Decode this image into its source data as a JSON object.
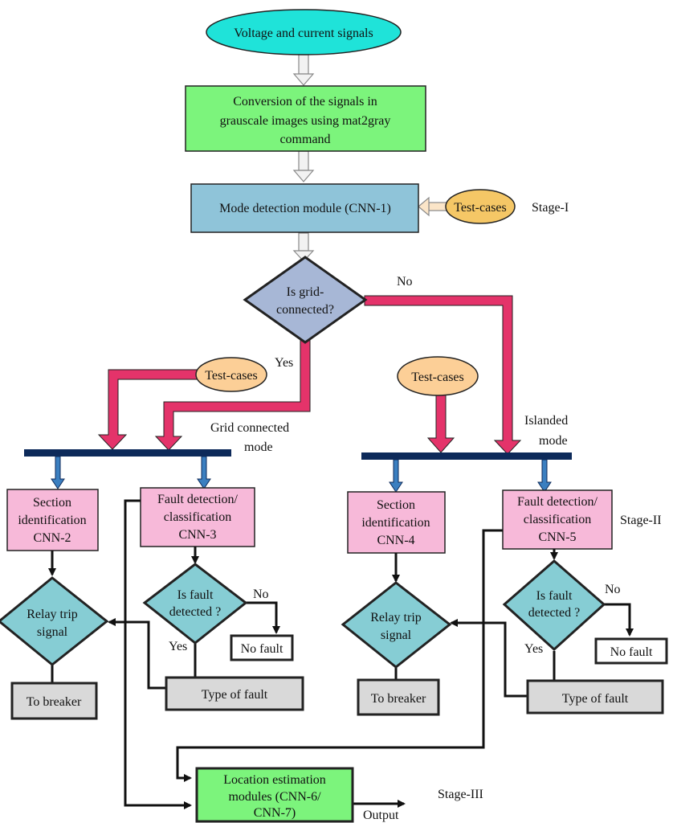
{
  "start": {
    "text": "Voltage and  current signals"
  },
  "conversion": {
    "lines": [
      "Conversion of the signals in",
      "grauscale images using mat2gray",
      "command"
    ]
  },
  "mode_detection": {
    "text": "Mode detection module (CNN-1)"
  },
  "test_cases": [
    "Test-cases",
    "Test-cases",
    "Test-cases"
  ],
  "decision_grid": {
    "lines": [
      "Is grid-",
      "connected?"
    ],
    "no": "No",
    "yes": "Yes"
  },
  "stages": {
    "one": "Stage-I",
    "two": "Stage-II",
    "three": "Stage-III"
  },
  "grid_mode": {
    "lines": [
      "Grid connected",
      "mode"
    ]
  },
  "islanded_mode": {
    "lines": [
      "Islanded",
      "mode"
    ]
  },
  "section_left": {
    "lines": [
      "Section",
      "identification",
      "CNN-2"
    ]
  },
  "fault_left": {
    "lines": [
      "Fault detection/",
      "classification",
      "CNN-3"
    ]
  },
  "section_right": {
    "lines": [
      "Section",
      "identification",
      "CNN-4"
    ]
  },
  "fault_right": {
    "lines": [
      "Fault detection/",
      "classification",
      "CNN-5"
    ]
  },
  "relay_left": {
    "lines": [
      "Relay trip",
      "signal"
    ]
  },
  "relay_right": {
    "lines": [
      "Relay trip",
      "signal"
    ]
  },
  "fault_q_left": {
    "lines": [
      "Is fault",
      "detected ?"
    ],
    "no": "No",
    "yes": "Yes"
  },
  "fault_q_right": {
    "lines": [
      "Is fault",
      "detected ?"
    ],
    "no": "No",
    "yes": "Yes"
  },
  "no_fault_left": {
    "text": "No fault"
  },
  "no_fault_right": {
    "text": "No fault"
  },
  "type_left": {
    "text": "Type of fault"
  },
  "type_right": {
    "text": "Type of fault"
  },
  "breaker_left": {
    "text": "To breaker"
  },
  "breaker_right": {
    "text": "To breaker"
  },
  "location": {
    "lines": [
      "Location estimation",
      "modules (CNN-6/",
      "CNN-7)"
    ]
  },
  "output": {
    "text": "Output"
  },
  "colors": {
    "start_fill": "#1fe3d9",
    "green_fill": "#7cf47c",
    "blue_fill": "#8fc4d9",
    "diamond_top": "#a7b7d6",
    "diamond_fill": "#86cdd4",
    "pink_fill": "#f7b9d9",
    "gray_fill": "#d9d9d9",
    "orange_fill": "#fccf97",
    "gold_fill": "#f5c766",
    "red_arrow": "#e4336a",
    "bar": "#0d2a5a"
  }
}
